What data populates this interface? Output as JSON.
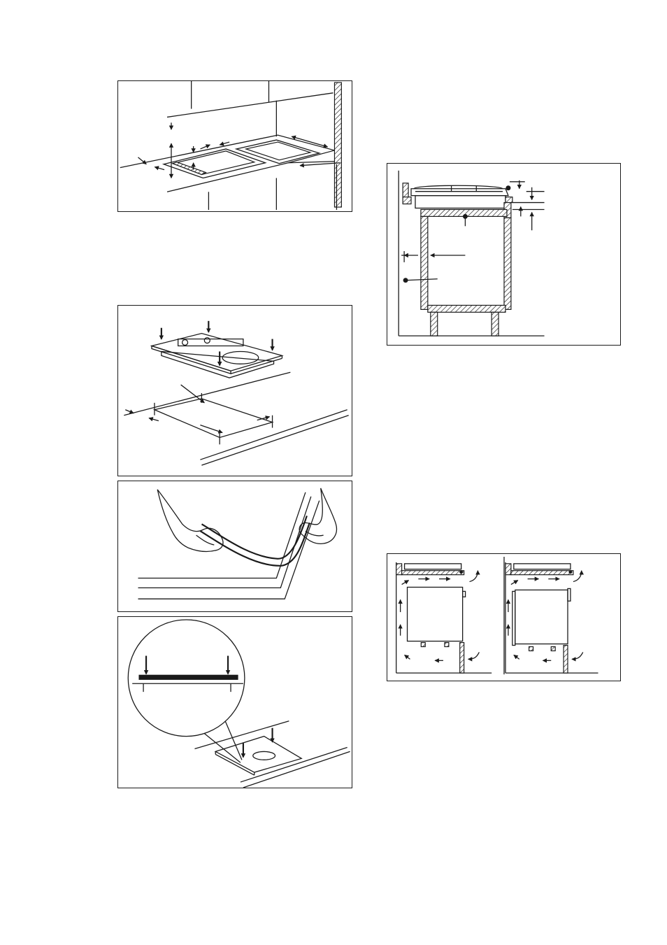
{
  "figures": [
    {
      "id": "countertop-cutouts"
    },
    {
      "id": "hob-placement-and-level"
    },
    {
      "id": "seal-application"
    },
    {
      "id": "pressing-hob-into-cutout"
    },
    {
      "id": "cabinet-section-clearances"
    },
    {
      "id": "oven-ventilation"
    }
  ]
}
